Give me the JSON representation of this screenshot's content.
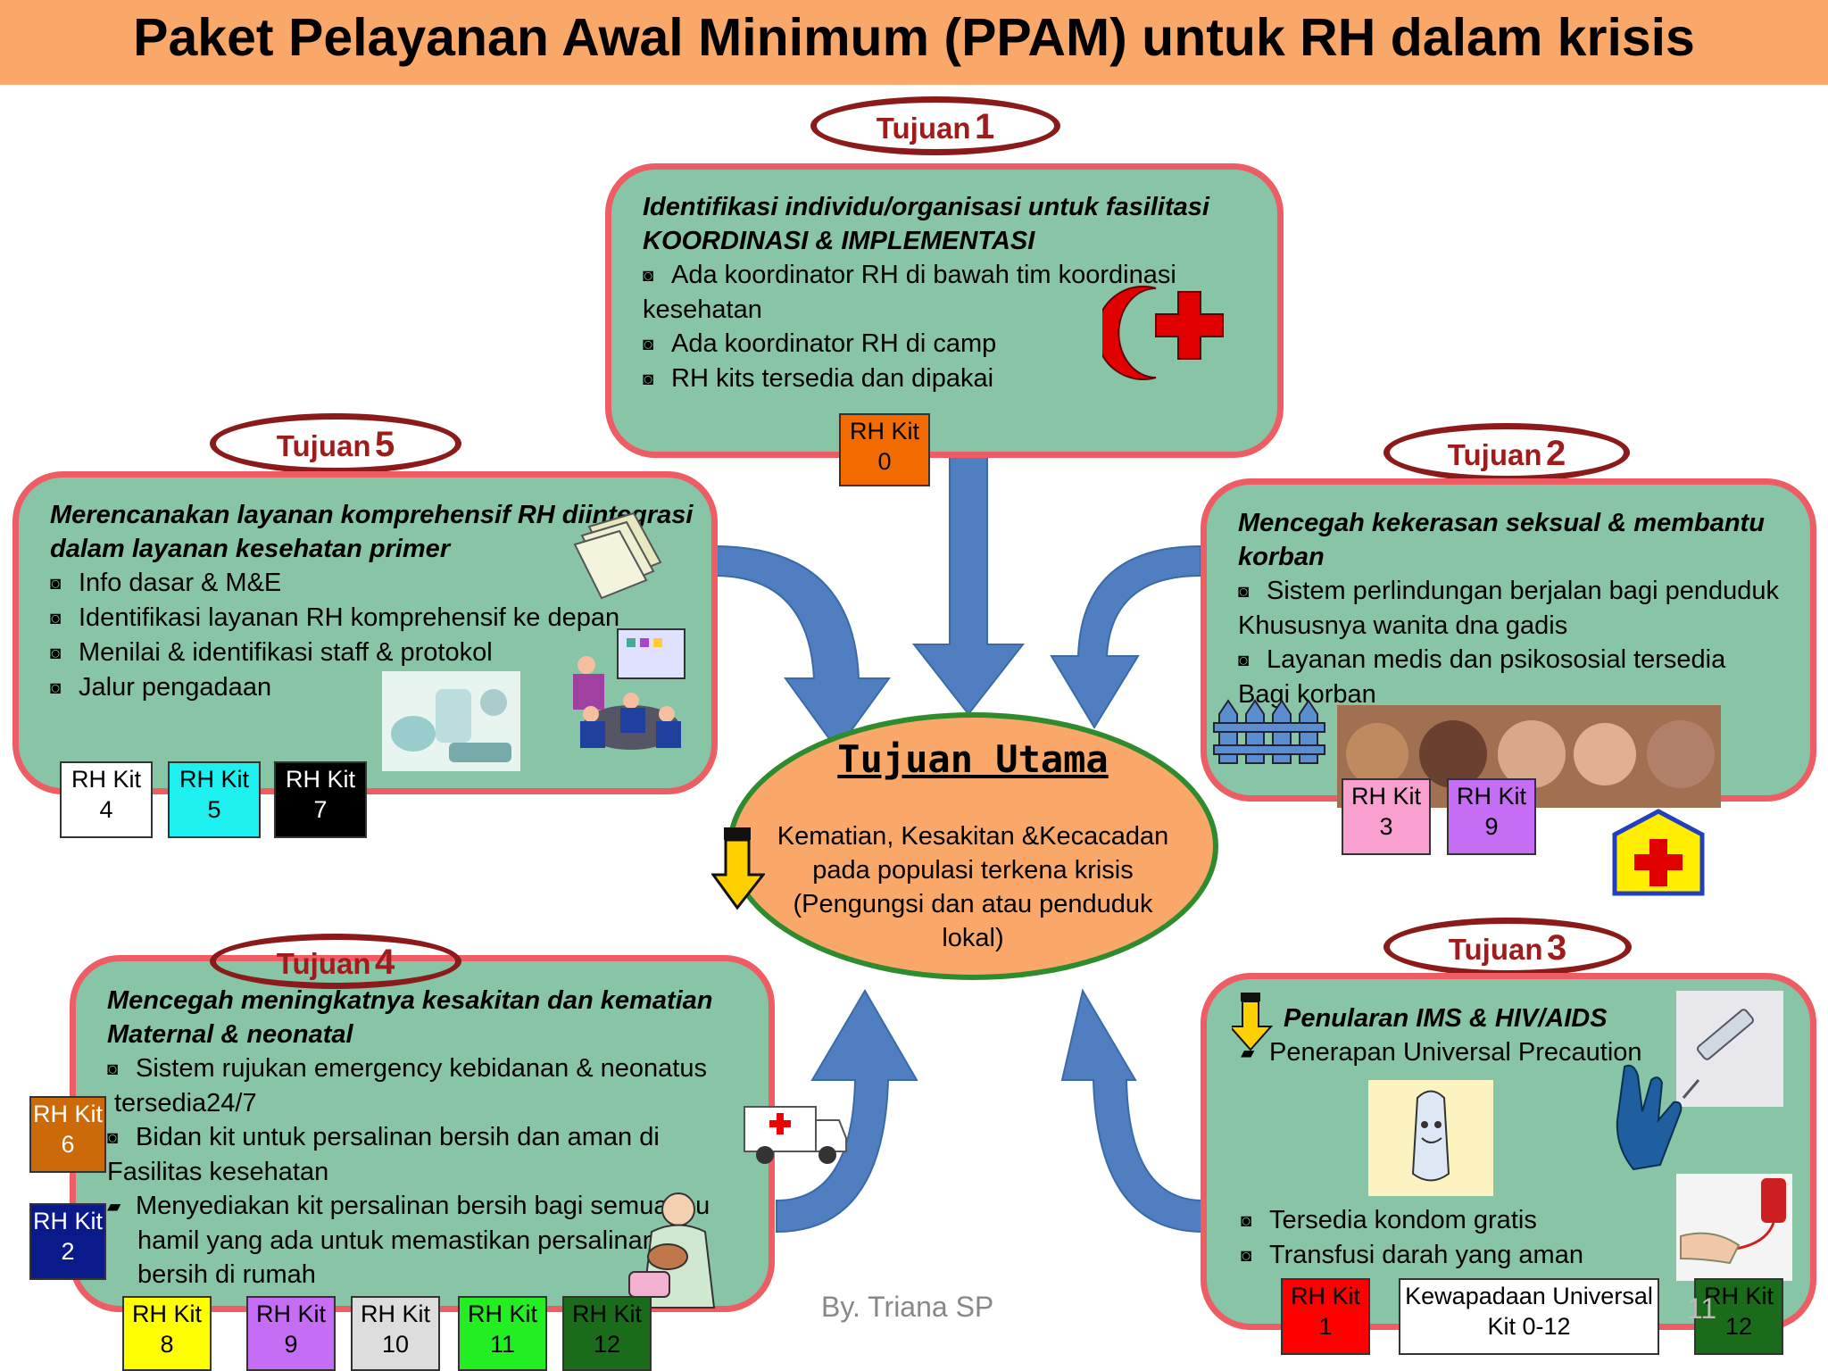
{
  "title": "Paket Pelayanan Awal Minimum (PPAM) untuk RH dalam krisis",
  "main_goal": {
    "title": "Tujuan Utama",
    "body": [
      "Kematian, Kesakitan &Kecacadan",
      "pada populasi terkena krisis",
      "(Pengungsi dan atau penduduk",
      "lokal)"
    ]
  },
  "goals": {
    "g1": {
      "label_word": "Tujuan",
      "label_num": "1",
      "heading": [
        "Identifikasi individu/organisasi untuk fasilitasi",
        "KOORDINASI & IMPLEMENTASI"
      ],
      "items": [
        "Ada koordinator RH di bawah tim koordinasi",
        "kesehatan",
        "Ada koordinator RH di camp",
        "RH kits tersedia dan dipakai"
      ],
      "kits": [
        {
          "label": "RH Kit",
          "num": "0",
          "color": "#f26b00"
        }
      ]
    },
    "g2": {
      "label_word": "Tujuan",
      "label_num": "2",
      "heading": [
        "Mencegah kekerasan seksual & membantu",
        " korban"
      ],
      "items": [
        "Sistem perlindungan berjalan bagi penduduk",
        "Khususnya wanita dna gadis",
        "Layanan medis dan psikososial tersedia",
        "Bagi korban"
      ],
      "kits": [
        {
          "label": "RH Kit",
          "num": "3",
          "color": "#f9a0d0"
        },
        {
          "label": "RH Kit",
          "num": "9",
          "color": "#c56ef5"
        }
      ]
    },
    "g3": {
      "label_word": "Tujuan",
      "label_num": "3",
      "heading": [
        "Penularan IMS & HIV/AIDS"
      ],
      "items": [
        "Penerapan Universal Precaution",
        "Tersedia kondom gratis",
        "Transfusi darah yang aman"
      ],
      "kits": [
        {
          "label": "RH Kit",
          "num": "1",
          "color": "#ff0000"
        },
        {
          "label": "Kewapadaan Universal",
          "num": "Kit 0-12",
          "color": "#ffffff"
        },
        {
          "label": "RH Kit",
          "num": "12",
          "color": "#1a6b1a"
        }
      ]
    },
    "g4": {
      "label_word": "Tujuan",
      "label_num": "4",
      "heading": [
        "Mencegah meningkatnya kesakitan dan kematian",
        "Maternal & neonatal"
      ],
      "items": [
        "Sistem rujukan emergency kebidanan & neonatus",
        "tersedia24/7",
        "Bidan kit untuk persalinan bersih dan aman di",
        "Fasilitas kesehatan",
        "Menyediakan kit persalinan bersih bagi semua ibu",
        "hamil yang ada untuk memastikan persalinan",
        "bersih di rumah"
      ],
      "kits": [
        {
          "label": "RH Kit",
          "num": "6",
          "color": "#cc6a0a"
        },
        {
          "label": "RH Kit",
          "num": "2",
          "color": "#0a1a8a"
        },
        {
          "label": "RH Kit",
          "num": "8",
          "color": "#ffff00"
        },
        {
          "label": "RH Kit",
          "num": "9",
          "color": "#c56ef5"
        },
        {
          "label": "RH Kit",
          "num": "10",
          "color": "#dddddd"
        },
        {
          "label": "RH Kit",
          "num": "11",
          "color": "#22ee22"
        },
        {
          "label": "RH Kit",
          "num": "12",
          "color": "#1a6b1a"
        }
      ]
    },
    "g5": {
      "label_word": "Tujuan",
      "label_num": "5",
      "heading": [
        "Merencanakan layanan komprehensif RH diintegrasi",
        "dalam layanan kesehatan primer"
      ],
      "items": [
        "Info dasar  & M&E",
        "Identifikasi layanan RH komprehensif ke depan",
        "Menilai & identifikasi staff & protokol",
        "Jalur pengadaan"
      ],
      "kits": [
        {
          "label": "RH Kit",
          "num": "4",
          "color": "#ffffff"
        },
        {
          "label": "RH Kit",
          "num": "5",
          "color": "#1ef0f0"
        },
        {
          "label": "RH Kit",
          "num": "7",
          "color": "#000000"
        }
      ]
    }
  },
  "author": "By. Triana SP",
  "page_number": "11",
  "colors": {
    "header": "#f9a86a",
    "box_fill": "#88c4a6",
    "box_border": "#ee5d63",
    "oval_border": "#8b1a1a",
    "arrow": "#4f7fc0",
    "main_fill": "#f9a86a",
    "main_border": "#2e8b2e"
  }
}
